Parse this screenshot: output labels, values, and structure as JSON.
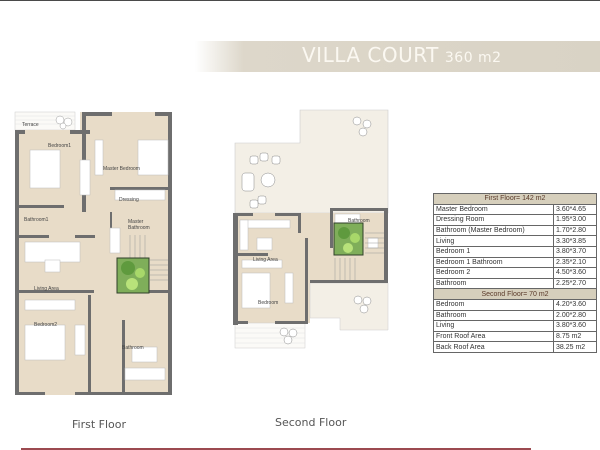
{
  "banner": {
    "title": "VILLA COURT",
    "area": "360 m2"
  },
  "floors": {
    "first": {
      "label": "First Floor",
      "rooms": [
        "Terrace",
        "Bedroom1",
        "Master Bedroom",
        "Dressing",
        "Bathroom1",
        "Master Bathroom",
        "Living Area",
        "Bedroom2",
        "Bathroom"
      ]
    },
    "second": {
      "label": "Second Floor",
      "rooms": [
        "Bathroom",
        "Living Area",
        "Bedroom"
      ]
    }
  },
  "specs_table": {
    "first_floor_header": "First Floor= 142 m2",
    "first_floor_rows": [
      {
        "room": "Master Bedroom",
        "size": "3.60*4.65"
      },
      {
        "room": "Dressing Room",
        "size": "1.95*3.00"
      },
      {
        "room": "Bathroom (Master Bedroom)",
        "size": "1.70*2.80"
      },
      {
        "room": "Living",
        "size": "3.30*3.85"
      },
      {
        "room": "Bedroom 1",
        "size": "3.80*3.70"
      },
      {
        "room": "Bedroom 1 Bathroom",
        "size": "2.35*2.10"
      },
      {
        "room": "Bedroom 2",
        "size": "4.50*3.60"
      },
      {
        "room": "Bathroom",
        "size": "2.25*2.70"
      }
    ],
    "second_floor_header": "Second Floor= 70 m2",
    "second_floor_rows": [
      {
        "room": "Bedroom",
        "size": "4.20*3.60"
      },
      {
        "room": "Bathroom",
        "size": "2.00*2.80"
      },
      {
        "room": "Living",
        "size": "3.80*3.60"
      },
      {
        "room": "Front Roof Area",
        "size": "8.75 m2"
      },
      {
        "room": "Back Roof Area",
        "size": "38.25 m2"
      }
    ]
  },
  "colors": {
    "floor": "#e8dcc8",
    "wall": "#6e6e6e",
    "terrace": "#f3efe6",
    "courtyard": "#7fae5a",
    "table_header": "#d6cfbc",
    "accent_line": "#9c4a50"
  }
}
